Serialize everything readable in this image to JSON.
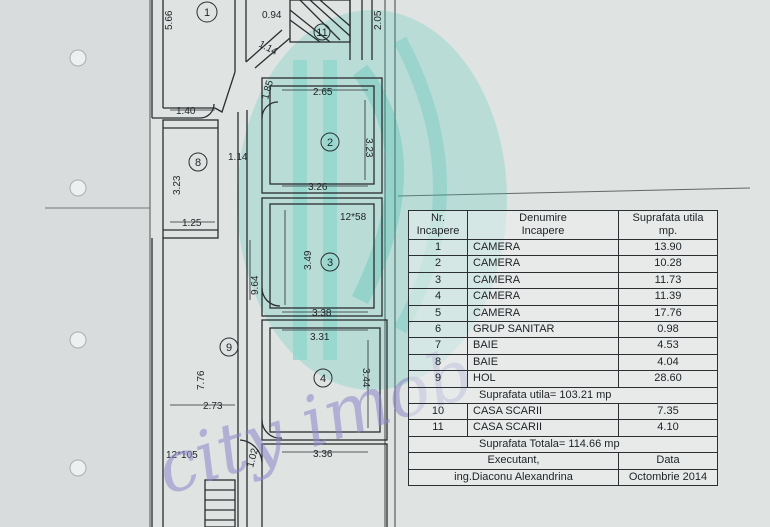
{
  "rooms": [
    {
      "nr": "1",
      "name": "CAMERA",
      "area": "13.90"
    },
    {
      "nr": "2",
      "name": "CAMERA",
      "area": "10.28"
    },
    {
      "nr": "3",
      "name": "CAMERA",
      "area": "11.73"
    },
    {
      "nr": "4",
      "name": "CAMERA",
      "area": "11.39"
    },
    {
      "nr": "5",
      "name": "CAMERA",
      "area": "17.76"
    },
    {
      "nr": "6",
      "name": "GRUP SANITAR",
      "area": "0.98"
    },
    {
      "nr": "7",
      "name": "BAIE",
      "area": "4.53"
    },
    {
      "nr": "8",
      "name": "BAIE",
      "area": "4.04"
    },
    {
      "nr": "9",
      "name": "HOL",
      "area": "28.60"
    }
  ],
  "stair_rooms": [
    {
      "nr": "10",
      "name": "CASA SCARII",
      "area": "7.35"
    },
    {
      "nr": "11",
      "name": "CASA SCARII",
      "area": "4.10"
    }
  ],
  "table": {
    "col_nr": "Nr.",
    "col_nr_sub": "Incapere",
    "col_name": "Denumire",
    "col_name_sub": "Incapere",
    "col_area": "Suprafata utila",
    "col_area_sub": "mp.",
    "usable_total": "Suprafata utila= 103.21 mp",
    "grand_total": "Suprafata Totala= 114.66 mp",
    "executant_label": "Executant,",
    "date_label": "Data",
    "executant_name": "ing.Diaconu Alexandrina",
    "date_value": "Octombrie 2014"
  },
  "plan": {
    "room_labels": [
      "1",
      "2",
      "3",
      "4",
      "8",
      "9",
      "11"
    ],
    "dims": {
      "d566": "5.66",
      "d094": "0.94",
      "d205": "2.05",
      "d114a": "1.14",
      "d185": "1.85",
      "d140": "1.40",
      "d265": "2.65",
      "d323a": "3.23",
      "d323b": "3.23",
      "d114b": "1.14",
      "d326": "3.26",
      "d125": "1.25",
      "d1258": "12*58",
      "d349": "3.49",
      "d964": "9.64",
      "d338": "3.38",
      "d331": "3.31",
      "d344": "3.44",
      "d776": "7.76",
      "d273": "2.73",
      "d12105": "12*105",
      "d102": "1.02",
      "d336": "3.36"
    },
    "watermark": "city imob",
    "colors": {
      "paper": "#dfe3e2",
      "line": "#2a2e30",
      "watermark_teal": "#39c7b4",
      "watermark_violet": "#8f86c9"
    }
  }
}
